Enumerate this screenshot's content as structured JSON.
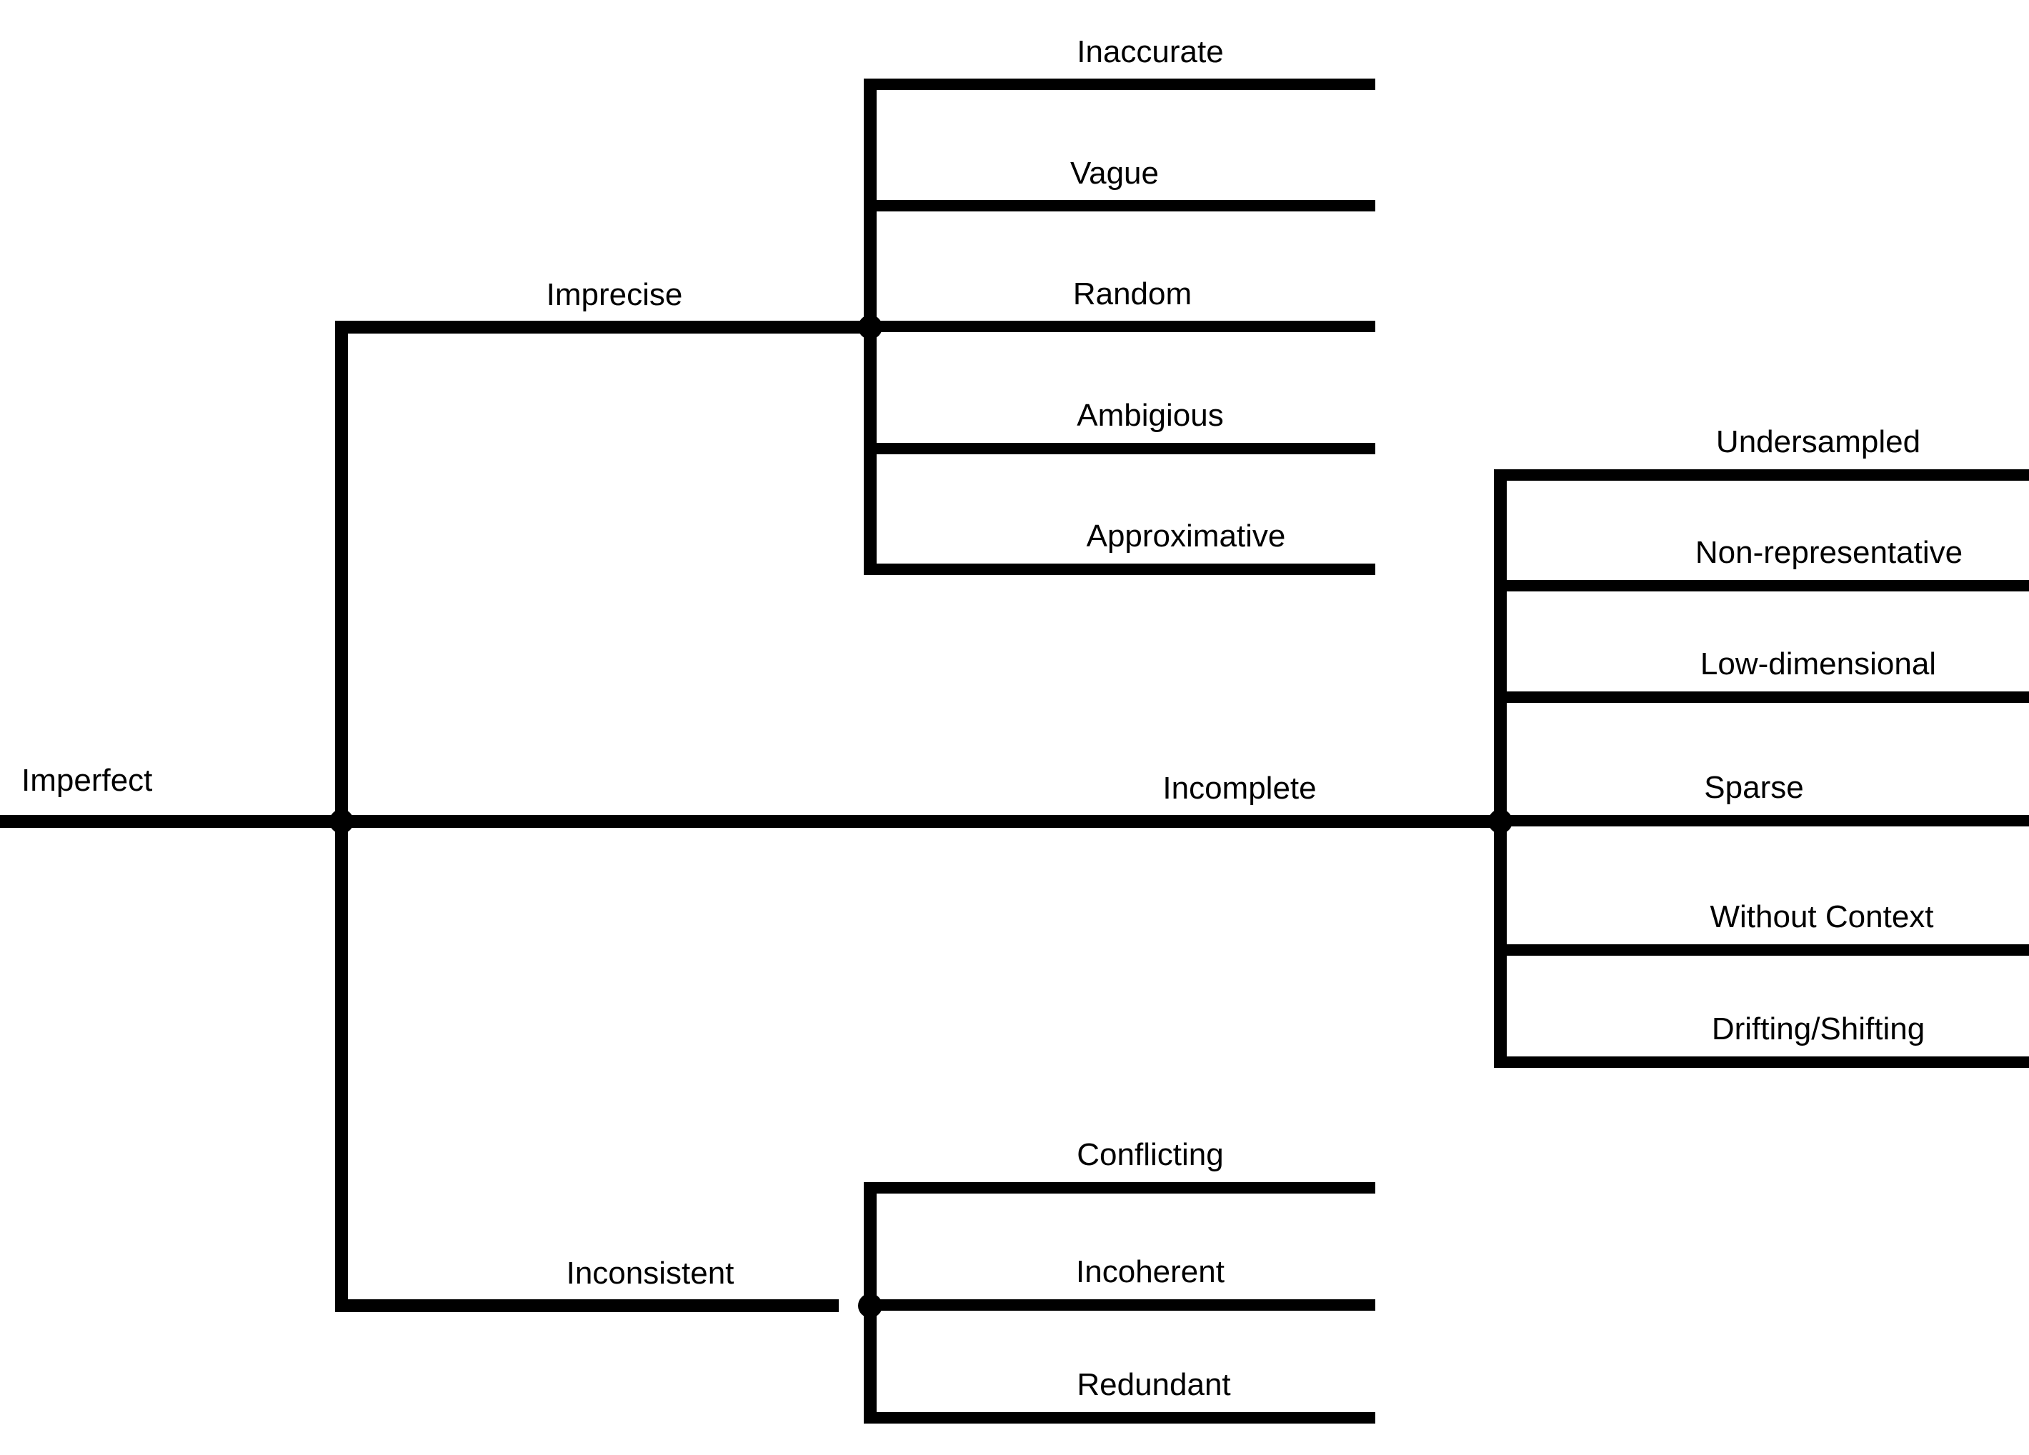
{
  "diagram": {
    "type": "horizontal-dendrogram",
    "title": "",
    "root": {
      "label": "Imperfect"
    },
    "branches": [
      {
        "label": "Imprecise",
        "children": [
          {
            "label": "Inaccurate"
          },
          {
            "label": "Vague"
          },
          {
            "label": "Random"
          },
          {
            "label": "Ambigious"
          },
          {
            "label": "Approximative"
          }
        ]
      },
      {
        "label": "Incomplete",
        "children": [
          {
            "label": "Undersampled"
          },
          {
            "label": "Non-representative"
          },
          {
            "label": "Low-dimensional"
          },
          {
            "label": "Sparse"
          },
          {
            "label": "Without Context"
          },
          {
            "label": "Drifting/Shifting"
          }
        ]
      },
      {
        "label": "Inconsistent",
        "children": [
          {
            "label": "Conflicting"
          },
          {
            "label": "Incoherent"
          },
          {
            "label": "Redundant"
          }
        ]
      }
    ],
    "colors": {
      "line": "#000000",
      "text": "#000000",
      "background": "#ffffff"
    }
  }
}
